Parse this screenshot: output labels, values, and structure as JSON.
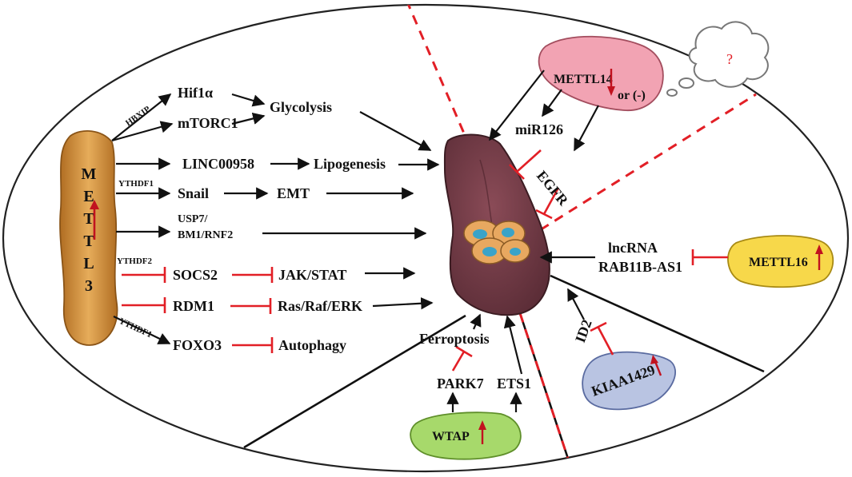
{
  "regulators": {
    "mettl3": "METTL3",
    "mettl14": "METTL14",
    "mettl14_suffix": "or (-)",
    "mettl16": "METTL16",
    "kiaa1429": "KIAA1429",
    "wtap": "WTAP",
    "question": "?"
  },
  "mettl3_pathways": {
    "hbxip": "HBXIP",
    "hif1a": "Hif1α",
    "mtorc1": "mTORC1",
    "glycolysis": "Glycolysis",
    "linc00958": "LINC00958",
    "lipogenesis": "Lipogenesis",
    "ythdf1_a": "YTHDF1",
    "snail": "Snail",
    "emt": "EMT",
    "usp7_line1": "USP7/",
    "usp7_line2": "BM1/RNF2",
    "ythdf2": "YTHDF2",
    "socs2": "SOCS2",
    "jakstat": "JAK/STAT",
    "rdm1": "RDM1",
    "rasraf": "Ras/Raf/ERK",
    "ythdf1_b": "YTHDF1",
    "foxo3": "FOXO3",
    "autophagy": "Autophagy"
  },
  "mettl14_pathways": {
    "mir126": "miR126",
    "egfr": "EGFR"
  },
  "mettl16_pathways": {
    "lnc_line1": "lncRNA",
    "lnc_line2": "RAB11B-AS1"
  },
  "kiaa_pathways": {
    "id2": "ID2"
  },
  "wtap_pathways": {
    "ferroptosis": "Ferroptosis",
    "park7": "PARK7",
    "ets1": "ETS1"
  },
  "colors": {
    "arrow": "#111111",
    "inhibit": "#e21f26",
    "up_arrow": "#c1121f",
    "liver": "#6e3b45",
    "mettl3_fill": "#d6953c",
    "mettl14_fill": "#f2a3b3",
    "mettl16_fill": "#f7d84a",
    "kiaa_fill": "#b9c4e2",
    "wtap_fill": "#a7d96b"
  }
}
